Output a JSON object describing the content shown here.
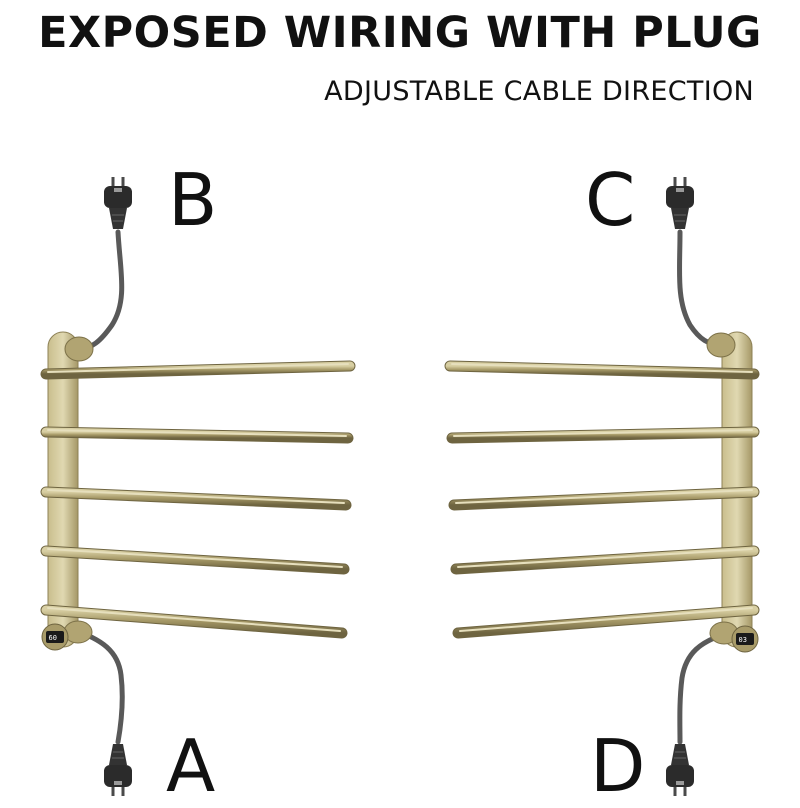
{
  "header": {
    "title": "EXPOSED WIRING WITH PLUG",
    "subtitle": "ADJUSTABLE CABLE DIRECTION"
  },
  "variants": {
    "a": {
      "label": "A"
    },
    "b": {
      "label": "B"
    },
    "c": {
      "label": "C"
    },
    "d": {
      "label": "D"
    }
  },
  "displays": {
    "left": "60",
    "right": "03"
  },
  "colors": {
    "brass": "#a79a68",
    "brass_dark": "#7c7148",
    "brass_light": "#d8cfa3",
    "cable": "#595959",
    "plug": "#2b2b2b"
  }
}
